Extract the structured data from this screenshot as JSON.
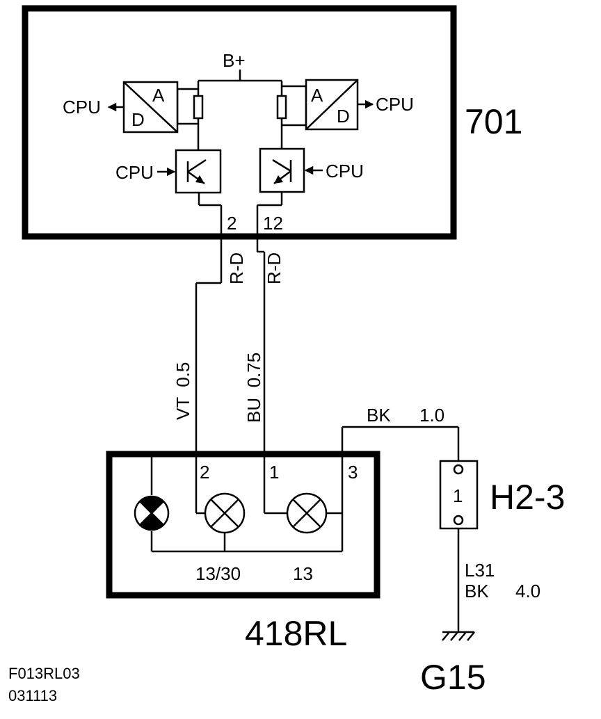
{
  "components": {
    "ecu": {
      "id": "701",
      "supply": "B+",
      "pin_left": "2",
      "pin_right": "12",
      "cpu_label": "CPU",
      "adc_a": "A",
      "adc_d": "D"
    },
    "lamp_unit": {
      "id": "418RL",
      "pin_2": "2",
      "pin_1": "1",
      "pin_3": "3",
      "label_1330": "13/30",
      "label_13": "13"
    },
    "connector": {
      "id": "H2-3",
      "pin": "1"
    },
    "ground": {
      "id": "G15"
    }
  },
  "wires": {
    "pin2_code": "R-D",
    "pin12_code": "R-D",
    "left_wire": "VT  0.5",
    "right_wire": "BU  0.75",
    "ground_top_color": "BK",
    "ground_top_size": "1.0",
    "ground_low_id": "L31",
    "ground_low_color": "BK",
    "ground_low_size": "4.0"
  },
  "footer": {
    "figure_code": "F013RL03",
    "date_code": "031113"
  }
}
